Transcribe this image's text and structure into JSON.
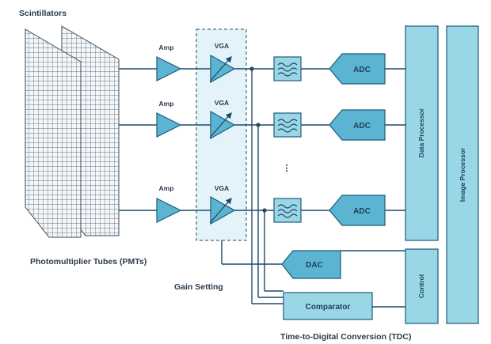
{
  "labels": {
    "scintillators": "Scintillators",
    "pmts": "Photomultiplier Tubes (PMTs)",
    "gain_setting": "Gain Setting",
    "tdc": "Time-to-Digital Conversion (TDC)",
    "ellipsis": "⋮"
  },
  "channels": [
    {
      "amp": "Amp",
      "vga": "VGA",
      "adc": "ADC"
    },
    {
      "amp": "Amp",
      "vga": "VGA",
      "adc": "ADC"
    },
    {
      "amp": "Amp",
      "vga": "VGA",
      "adc": "ADC"
    }
  ],
  "blocks": {
    "dac": "DAC",
    "comparator": "Comparator",
    "data_processor": "Data Processor",
    "control": "Control",
    "image_processor": "Image Processor"
  },
  "icons": {
    "filter": "bandpass-filter-icon"
  },
  "colors": {
    "block_fill": "#9ad7e6",
    "amp_fill": "#5cb4d3",
    "wire": "#1e4a68",
    "vga_region": "#e3f3f9"
  }
}
